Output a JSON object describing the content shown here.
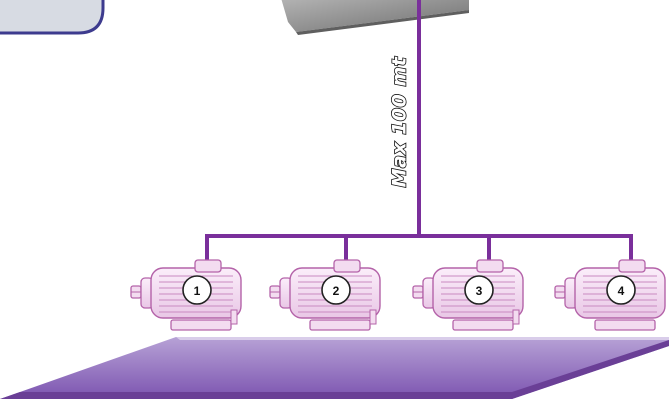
{
  "diagram": {
    "cable_label": "Max 100 mt",
    "motors": [
      {
        "number": "1"
      },
      {
        "number": "2"
      },
      {
        "number": "3"
      },
      {
        "number": "4"
      }
    ],
    "colors": {
      "cable": "#7a2f9b",
      "motor_body": "#f3dcf0",
      "motor_outline": "#b463a9",
      "floor_top": "#9a79c0",
      "floor_edge": "#6a3f96",
      "panel_fill": "#d7dbe3",
      "panel_border": "#3d3b8e",
      "cabinet": "#8e8e8e"
    }
  }
}
